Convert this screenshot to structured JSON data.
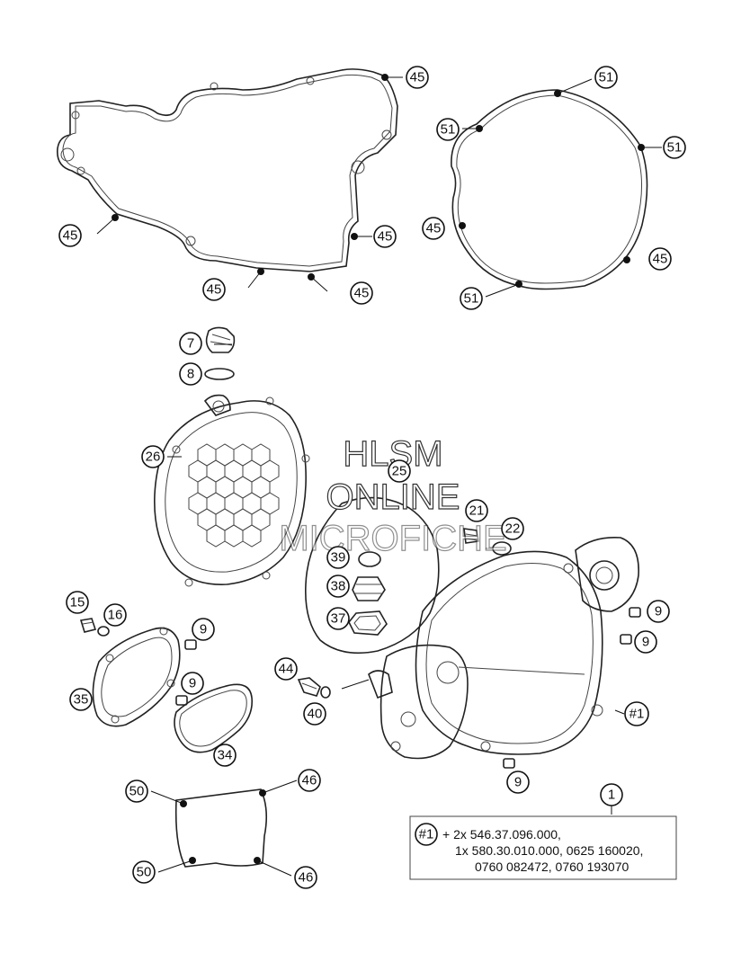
{
  "callouts": {
    "c45a": "45",
    "c45b": "45",
    "c45c": "45",
    "c45d": "45",
    "c45e": "45",
    "c45f": "45",
    "c45g": "45",
    "c51a": "51",
    "c51b": "51",
    "c51c": "51",
    "c51d": "51",
    "c7": "7",
    "c8": "8",
    "c26": "26",
    "c25": "25",
    "c21": "21",
    "c22": "22",
    "c39": "39",
    "c38": "38",
    "c37": "37",
    "c15": "15",
    "c16": "16",
    "c9a": "9",
    "c9b": "9",
    "c9c": "9",
    "c9d": "9",
    "c9e": "9",
    "c35": "35",
    "c34": "34",
    "c44": "44",
    "c40": "40",
    "c50a": "50",
    "c50b": "50",
    "c46a": "46",
    "c46b": "46",
    "c1": "1",
    "chash1": "#1"
  },
  "watermark": {
    "line1": "HLSM",
    "line2": "ONLINE",
    "line3": "MICROFICHE"
  },
  "note": {
    "ref": "#1",
    "line1": "+ 2x 546.37.096.000,",
    "line2": "1x 580.30.010.000, 0625 160020,",
    "line3": "0760 082472, 0760 193070"
  }
}
